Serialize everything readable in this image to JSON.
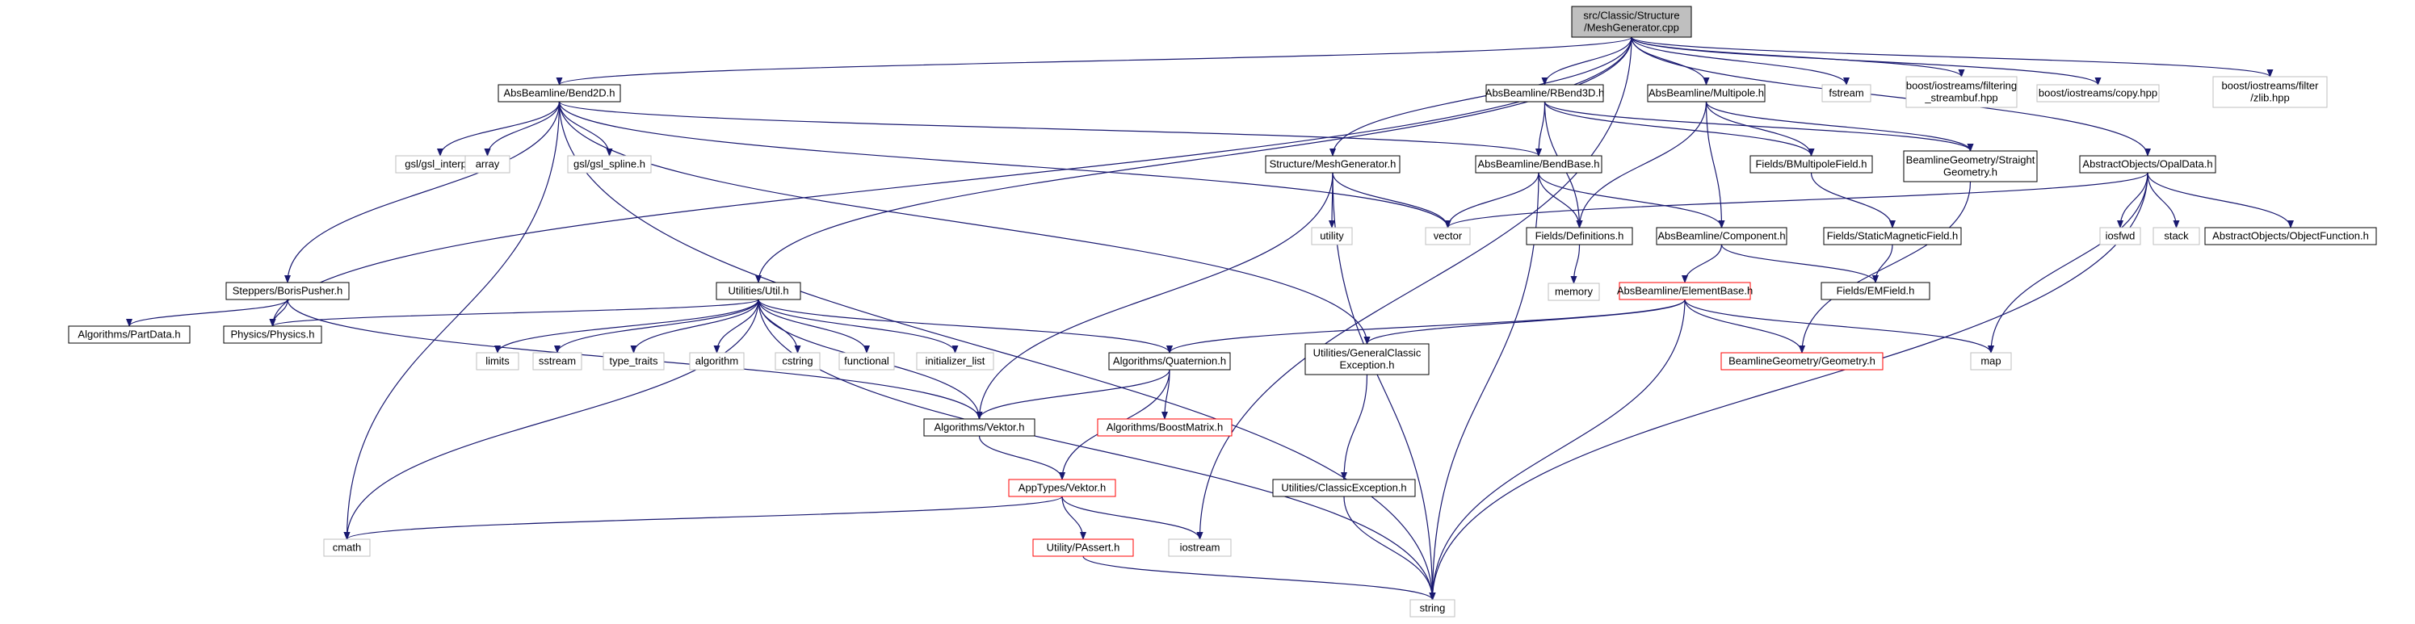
{
  "title": "src/Classic/Structure/MeshGenerator.cpp",
  "colors": {
    "edge": "#191970",
    "box_black": "#000000",
    "box_red": "#ff0000",
    "box_gray": "#bfbfbf",
    "root_fill": "#bfbfbf"
  },
  "nodes": [
    {
      "id": "root",
      "lines": [
        "src/Classic/Structure",
        "/MeshGenerator.cpp"
      ],
      "style": "root"
    },
    {
      "id": "bend2d",
      "lines": [
        "AbsBeamline/Bend2D.h"
      ],
      "style": "black"
    },
    {
      "id": "rbend3d",
      "lines": [
        "AbsBeamline/RBend3D.h"
      ],
      "style": "black"
    },
    {
      "id": "multipole",
      "lines": [
        "AbsBeamline/Multipole.h"
      ],
      "style": "black"
    },
    {
      "id": "fstream",
      "lines": [
        "fstream"
      ],
      "style": "gray"
    },
    {
      "id": "filtering",
      "lines": [
        "boost/iostreams/filtering",
        "_streambuf.hpp"
      ],
      "style": "gray"
    },
    {
      "id": "copy",
      "lines": [
        "boost/iostreams/copy.hpp"
      ],
      "style": "gray"
    },
    {
      "id": "zlib",
      "lines": [
        "boost/iostreams/filter",
        "/zlib.hpp"
      ],
      "style": "gray"
    },
    {
      "id": "gslinterp",
      "lines": [
        "gsl/gsl_interp.h"
      ],
      "style": "gray"
    },
    {
      "id": "array",
      "lines": [
        "array"
      ],
      "style": "gray"
    },
    {
      "id": "gslspline",
      "lines": [
        "gsl/gsl_spline.h"
      ],
      "style": "gray"
    },
    {
      "id": "meshgenh",
      "lines": [
        "Structure/MeshGenerator.h"
      ],
      "style": "black"
    },
    {
      "id": "bendbase",
      "lines": [
        "AbsBeamline/BendBase.h"
      ],
      "style": "black"
    },
    {
      "id": "bmultipole",
      "lines": [
        "Fields/BMultipoleField.h"
      ],
      "style": "black"
    },
    {
      "id": "straightgeom",
      "lines": [
        "BeamlineGeometry/Straight",
        "Geometry.h"
      ],
      "style": "black"
    },
    {
      "id": "opaldata",
      "lines": [
        "AbstractObjects/OpalData.h"
      ],
      "style": "black"
    },
    {
      "id": "utility",
      "lines": [
        "utility"
      ],
      "style": "gray"
    },
    {
      "id": "vector",
      "lines": [
        "vector"
      ],
      "style": "gray"
    },
    {
      "id": "definitions",
      "lines": [
        "Fields/Definitions.h"
      ],
      "style": "black"
    },
    {
      "id": "component",
      "lines": [
        "AbsBeamline/Component.h"
      ],
      "style": "black"
    },
    {
      "id": "staticmag",
      "lines": [
        "Fields/StaticMagneticField.h"
      ],
      "style": "black"
    },
    {
      "id": "iosfwd",
      "lines": [
        "iosfwd"
      ],
      "style": "gray"
    },
    {
      "id": "stack",
      "lines": [
        "stack"
      ],
      "style": "gray"
    },
    {
      "id": "objfunc",
      "lines": [
        "AbstractObjects/ObjectFunction.h"
      ],
      "style": "black"
    },
    {
      "id": "memory",
      "lines": [
        "memory"
      ],
      "style": "gray"
    },
    {
      "id": "borispusher",
      "lines": [
        "Steppers/BorisPusher.h"
      ],
      "style": "black"
    },
    {
      "id": "utilh",
      "lines": [
        "Utilities/Util.h"
      ],
      "style": "black"
    },
    {
      "id": "elementbase",
      "lines": [
        "AbsBeamline/ElementBase.h"
      ],
      "style": "red"
    },
    {
      "id": "emfield",
      "lines": [
        "Fields/EMField.h"
      ],
      "style": "black"
    },
    {
      "id": "partdata",
      "lines": [
        "Algorithms/PartData.h"
      ],
      "style": "black"
    },
    {
      "id": "physics",
      "lines": [
        "Physics/Physics.h"
      ],
      "style": "black"
    },
    {
      "id": "limits",
      "lines": [
        "limits"
      ],
      "style": "gray"
    },
    {
      "id": "sstream",
      "lines": [
        "sstream"
      ],
      "style": "gray"
    },
    {
      "id": "typetraits",
      "lines": [
        "type_traits"
      ],
      "style": "gray"
    },
    {
      "id": "algorithm",
      "lines": [
        "algorithm"
      ],
      "style": "gray"
    },
    {
      "id": "cstring",
      "lines": [
        "cstring"
      ],
      "style": "gray"
    },
    {
      "id": "functional",
      "lines": [
        "functional"
      ],
      "style": "gray"
    },
    {
      "id": "initlist",
      "lines": [
        "initializer_list"
      ],
      "style": "gray"
    },
    {
      "id": "quaternion",
      "lines": [
        "Algorithms/Quaternion.h"
      ],
      "style": "black"
    },
    {
      "id": "genclassicexc",
      "lines": [
        "Utilities/GeneralClassic",
        "Exception.h"
      ],
      "style": "black"
    },
    {
      "id": "geometry",
      "lines": [
        "BeamlineGeometry/Geometry.h"
      ],
      "style": "red"
    },
    {
      "id": "map",
      "lines": [
        "map"
      ],
      "style": "gray"
    },
    {
      "id": "algvektor",
      "lines": [
        "Algorithms/Vektor.h"
      ],
      "style": "black"
    },
    {
      "id": "boostmatrix",
      "lines": [
        "Algorithms/BoostMatrix.h"
      ],
      "style": "red"
    },
    {
      "id": "apptypesvektor",
      "lines": [
        "AppTypes/Vektor.h"
      ],
      "style": "red"
    },
    {
      "id": "classicexc",
      "lines": [
        "Utilities/ClassicException.h"
      ],
      "style": "black"
    },
    {
      "id": "cmath",
      "lines": [
        "cmath"
      ],
      "style": "gray"
    },
    {
      "id": "passert",
      "lines": [
        "Utility/PAssert.h"
      ],
      "style": "red"
    },
    {
      "id": "iostream",
      "lines": [
        "iostream"
      ],
      "style": "gray"
    },
    {
      "id": "string",
      "lines": [
        "string"
      ],
      "style": "gray"
    }
  ],
  "edges": [
    [
      "root",
      "bend2d"
    ],
    [
      "root",
      "rbend3d"
    ],
    [
      "root",
      "multipole"
    ],
    [
      "root",
      "fstream"
    ],
    [
      "root",
      "filtering"
    ],
    [
      "root",
      "copy"
    ],
    [
      "root",
      "zlib"
    ],
    [
      "root",
      "meshgenh"
    ],
    [
      "root",
      "opaldata"
    ],
    [
      "root",
      "utilh"
    ],
    [
      "root",
      "physics"
    ],
    [
      "root",
      "iostream"
    ],
    [
      "bend2d",
      "gslinterp"
    ],
    [
      "bend2d",
      "array"
    ],
    [
      "bend2d",
      "gslspline"
    ],
    [
      "bend2d",
      "bendbase"
    ],
    [
      "bend2d",
      "vector"
    ],
    [
      "bend2d",
      "borispusher"
    ],
    [
      "bend2d",
      "genclassicexc"
    ],
    [
      "bend2d",
      "cmath"
    ],
    [
      "bend2d",
      "string"
    ],
    [
      "rbend3d",
      "bendbase"
    ],
    [
      "rbend3d",
      "definitions"
    ],
    [
      "rbend3d",
      "bmultipole"
    ],
    [
      "rbend3d",
      "straightgeom"
    ],
    [
      "multipole",
      "bmultipole"
    ],
    [
      "multipole",
      "component"
    ],
    [
      "multipole",
      "definitions"
    ],
    [
      "multipole",
      "straightgeom"
    ],
    [
      "meshgenh",
      "vector"
    ],
    [
      "meshgenh",
      "utility"
    ],
    [
      "meshgenh",
      "algvektor"
    ],
    [
      "meshgenh",
      "string"
    ],
    [
      "bendbase",
      "vector"
    ],
    [
      "bendbase",
      "definitions"
    ],
    [
      "bendbase",
      "component"
    ],
    [
      "bendbase",
      "string"
    ],
    [
      "bmultipole",
      "staticmag"
    ],
    [
      "staticmag",
      "emfield"
    ],
    [
      "straightgeom",
      "geometry"
    ],
    [
      "opaldata",
      "vector"
    ],
    [
      "opaldata",
      "iosfwd"
    ],
    [
      "opaldata",
      "stack"
    ],
    [
      "opaldata",
      "objfunc"
    ],
    [
      "opaldata",
      "map"
    ],
    [
      "opaldata",
      "string"
    ],
    [
      "definitions",
      "memory"
    ],
    [
      "component",
      "elementbase"
    ],
    [
      "component",
      "emfield"
    ],
    [
      "elementbase",
      "quaternion"
    ],
    [
      "elementbase",
      "genclassicexc"
    ],
    [
      "elementbase",
      "geometry"
    ],
    [
      "elementbase",
      "map"
    ],
    [
      "elementbase",
      "string"
    ],
    [
      "borispusher",
      "partdata"
    ],
    [
      "borispusher",
      "physics"
    ],
    [
      "borispusher",
      "algvektor"
    ],
    [
      "utilh",
      "physics"
    ],
    [
      "utilh",
      "limits"
    ],
    [
      "utilh",
      "sstream"
    ],
    [
      "utilh",
      "typetraits"
    ],
    [
      "utilh",
      "algorithm"
    ],
    [
      "utilh",
      "cstring"
    ],
    [
      "utilh",
      "functional"
    ],
    [
      "utilh",
      "initlist"
    ],
    [
      "utilh",
      "quaternion"
    ],
    [
      "utilh",
      "algvektor"
    ],
    [
      "utilh",
      "cmath"
    ],
    [
      "utilh",
      "string"
    ],
    [
      "quaternion",
      "algvektor"
    ],
    [
      "quaternion",
      "boostmatrix"
    ],
    [
      "quaternion",
      "apptypesvektor"
    ],
    [
      "algvektor",
      "apptypesvektor"
    ],
    [
      "apptypesvektor",
      "cmath"
    ],
    [
      "apptypesvektor",
      "passert"
    ],
    [
      "apptypesvektor",
      "iostream"
    ],
    [
      "passert",
      "string"
    ],
    [
      "genclassicexc",
      "classicexc"
    ],
    [
      "classicexc",
      "string"
    ]
  ]
}
